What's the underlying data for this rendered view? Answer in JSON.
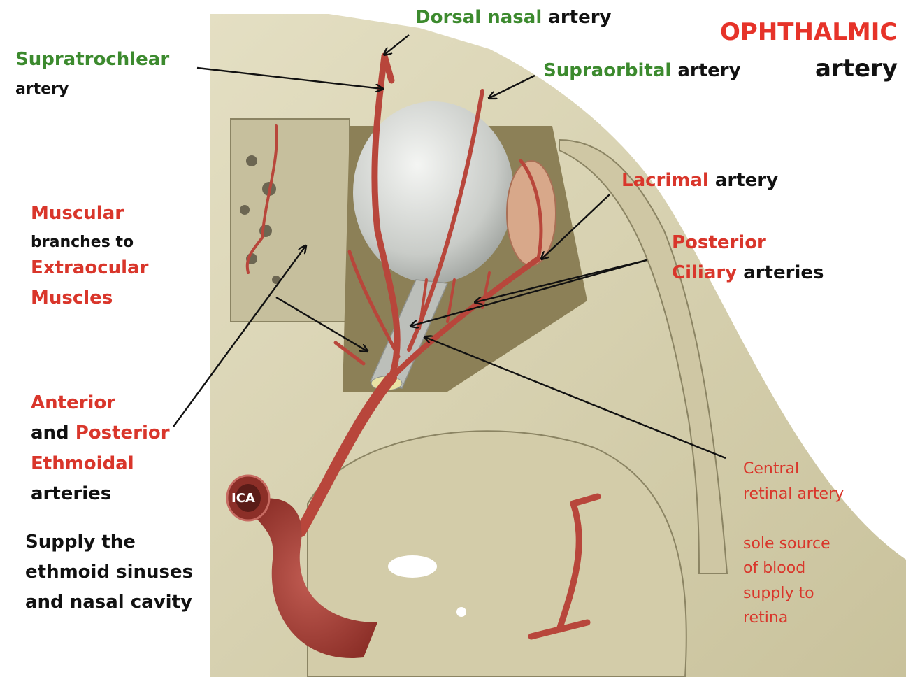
{
  "title": {
    "line1": "OPHTHALMIC",
    "line2": "artery"
  },
  "labels": {
    "dorsal_nasal": {
      "name": "Dorsal nasal",
      "suffix": " artery"
    },
    "supratrochlear": {
      "name": "Supratrochlear",
      "suffix": "artery"
    },
    "supraorbital": {
      "name": "Supraorbital",
      "suffix": " artery"
    },
    "lacrimal": {
      "name": "Lacrimal",
      "suffix": " artery"
    },
    "posterior_ciliary": {
      "line1": "Posterior",
      "name": "Ciliary",
      "suffix": " arteries"
    },
    "muscular": {
      "line1": "Muscular",
      "line2": "branches to",
      "line3": "Extraocular",
      "line4": "Muscles"
    },
    "ethmoidal": {
      "line1": "Anterior",
      "and": "and ",
      "posterior": "Posterior",
      "line3": "Ethmoidal",
      "line4": "arteries"
    },
    "ethmoid_supply": {
      "line1": "Supply the",
      "line2": "ethmoid sinuses",
      "line3": "and nasal cavity"
    },
    "central_retinal": {
      "line1": "Central",
      "line2": "retinal artery"
    },
    "retina_note": {
      "line1": "sole source",
      "line2": "of blood",
      "line3": "supply to",
      "line4": "retina"
    },
    "ica": "ICA"
  },
  "colors": {
    "green": "#3c8a2e",
    "red": "#d9362b",
    "bone": "#d9d3b2",
    "artery": "#b8463b"
  }
}
